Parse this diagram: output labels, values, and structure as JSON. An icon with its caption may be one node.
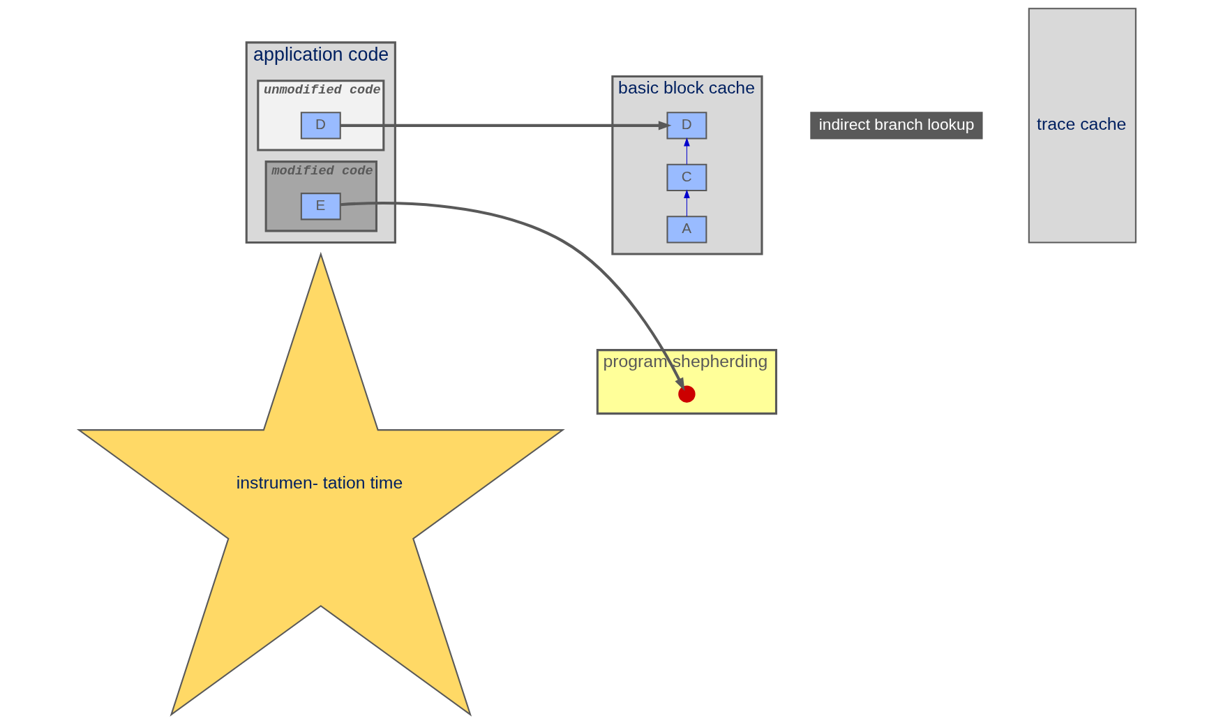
{
  "diagram": {
    "nodes": [
      {
        "text": [
          "application code"
        ]
      },
      {
        "text": [
          "unmodified code"
        ],
        "in": 0
      },
      {
        "text": [
          "D"
        ],
        "in": 1
      },
      {
        "text": [
          "modified code"
        ],
        "in": 0
      },
      {
        "text": [
          "E"
        ],
        "in": 3
      },
      {
        "text": [
          "instrumen- tation time"
        ]
      },
      {
        "text": [
          "program shepherding"
        ]
      },
      {
        "text": [],
        "shape": "cross",
        "in": 6
      },
      {
        "text": [
          "basic block cache"
        ]
      },
      {
        "text": [
          "A"
        ],
        "in": 8
      },
      {
        "text": [
          "C"
        ],
        "in": 8
      },
      {
        "text": [
          "D"
        ],
        "in": 8
      },
      {
        "text": [
          "trace cache"
        ]
      },
      {
        "text": [
          "indirect branch lookup"
        ]
      }
    ],
    "edges": [
      {
        "from": 2,
        "to": 11,
        "arrow": "to",
        "style": "thick"
      },
      {
        "from": 4,
        "to": 7,
        "arrow": "to",
        "style": "thick"
      },
      {
        "from": 9,
        "to": 10,
        "arrow": "to",
        "color": "#0000cc"
      },
      {
        "from": 10,
        "to": 11,
        "arrow": "to",
        "color": "#0000cc"
      }
    ]
  }
}
